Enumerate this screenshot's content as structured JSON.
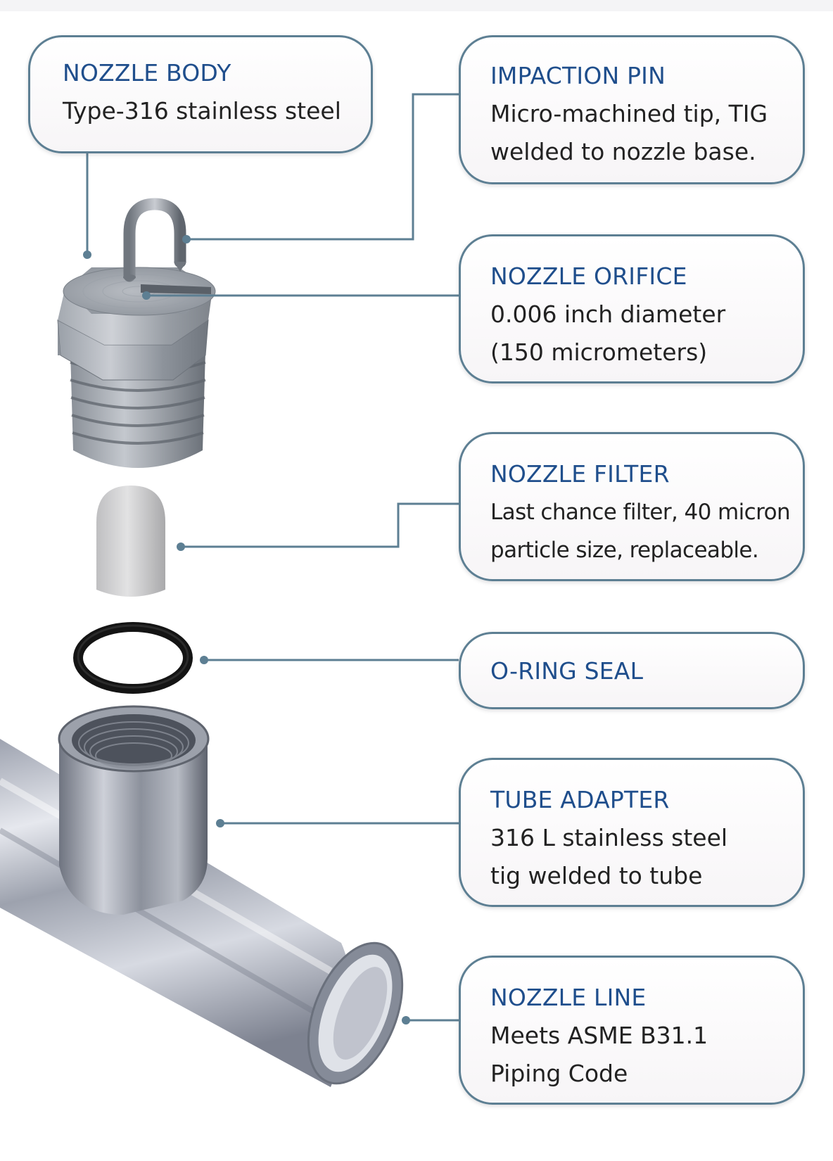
{
  "colors": {
    "accent_title": "#1f4e8c",
    "callout_border": "#5d7f93",
    "leader_line": "#5d7f93",
    "body_text": "#222222"
  },
  "callouts": {
    "nozzle_body": {
      "title": "NOZZLE BODY",
      "lines": [
        "Type-316 stainless steel"
      ]
    },
    "impaction_pin": {
      "title": "IMPACTION PIN",
      "lines": [
        "Micro-machined tip, TIG",
        "welded to nozzle base."
      ]
    },
    "nozzle_orifice": {
      "title": "NOZZLE ORIFICE",
      "lines": [
        "0.006 inch diameter",
        "(150 micrometers)"
      ]
    },
    "nozzle_filter": {
      "title": "NOZZLE FILTER",
      "lines": [
        "Last chance filter, 40 micron",
        "particle size, replaceable."
      ]
    },
    "o_ring": {
      "title": "O-RING SEAL",
      "lines": []
    },
    "tube_adapter": {
      "title": "TUBE ADAPTER",
      "lines": [
        "316 L stainless steel",
        "tig welded to tube"
      ]
    },
    "nozzle_line": {
      "title": "NOZZLE LINE",
      "lines": [
        "Meets ASME B31.1",
        "Piping Code"
      ]
    }
  }
}
